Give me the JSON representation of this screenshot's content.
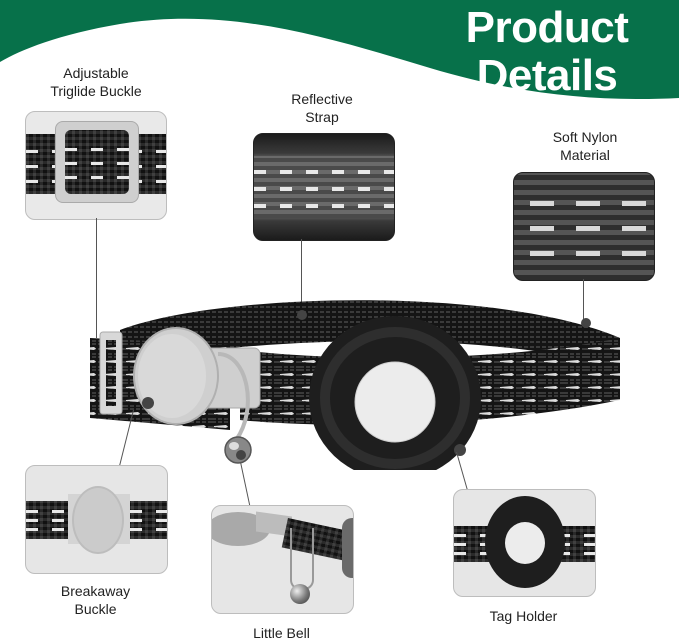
{
  "header": {
    "title_line1": "Product",
    "title_line2": "Details",
    "banner_color": "#07714A",
    "title_color": "#FFFFFF"
  },
  "features": [
    {
      "id": "triglide",
      "label_line1": "Adjustable",
      "label_line2": "Triglide Buckle"
    },
    {
      "id": "reflective",
      "label_line1": "Reflective",
      "label_line2": "Strap"
    },
    {
      "id": "nylon",
      "label_line1": "Soft Nylon",
      "label_line2": "Material"
    },
    {
      "id": "breakaway",
      "label_line1": "Breakaway",
      "label_line2": "Buckle"
    },
    {
      "id": "bell",
      "label_line1": "Little Bell"
    },
    {
      "id": "tag",
      "label_line1": "Tag Holder"
    }
  ],
  "colors": {
    "strap": "#151515",
    "reflective_stripe": "#E8E8E8",
    "buckle_plastic": "#D6D6D6",
    "tag_holder": "#1E1E1E",
    "tag_center": "#EFEFEF",
    "inset_bg": "#E6E6E6"
  }
}
